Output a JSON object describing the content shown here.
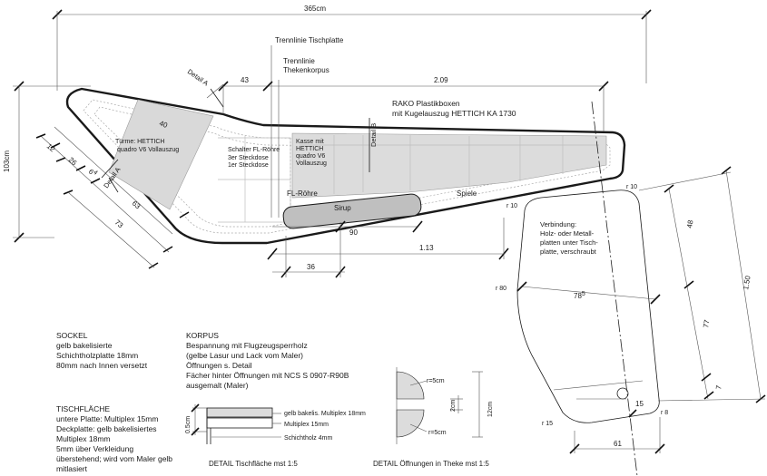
{
  "dimensions": {
    "total_width": "365cm",
    "depth": "103cm",
    "d43": "43",
    "d209": "2.09",
    "d12": "12",
    "d26": "26",
    "d64": "6",
    "d64b": "4",
    "d73": "73",
    "d63": "63",
    "d40": "40",
    "d90": "90",
    "d113": "1.13",
    "d36": "36",
    "r10a": "r 10",
    "r10b": "r 10",
    "d48": "48",
    "d150": "1.50",
    "r80": "r 80",
    "d78": "78",
    "d78sup": "5",
    "d77": "77",
    "d7": "7",
    "d15": "15",
    "r15": "r 15",
    "r8": "r 8",
    "d61": "61"
  },
  "labels": {
    "trennlinie_tischplatte": "Trennlinie Tischplatte",
    "trennlinie": "Trennlinie",
    "thekenkorpus": "Thekenkorpus",
    "detail_a_top": "Detail A",
    "detail_a_mid": "Detail A",
    "detail_b": "Detail B",
    "rako_1": "RAKO Plastikboxen",
    "rako_2": "mit Kugelauszug HETTICH KA 1730",
    "hettich_1": "Türme: HETTICH",
    "hettich_2": "quadro V6 Vollauszug",
    "schalter_1": "Schalter FL-Röhre",
    "schalter_2": "3er Steckdose",
    "schalter_3": "1er Steckdose",
    "kasse_1": "Kasse mit",
    "kasse_2": "HETTICH",
    "kasse_3": "quadro V6",
    "kasse_4": "Vollauszug",
    "fl_roehre": "FL-Röhre",
    "sirup": "Sirup",
    "spiele": "Spiele",
    "verbindung_1": "Verbindung:",
    "verbindung_2": "Holz- oder Metall-",
    "verbindung_3": "platten unter Tisch-",
    "verbindung_4": "platte, verschraubt"
  },
  "notes": {
    "sockel": [
      "SOCKEL",
      "gelb bakelisierte",
      "Schichtholzplatte 18mm",
      "80mm nach Innen versetzt"
    ],
    "korpus": [
      "KORPUS",
      "Bespannung mit Flugzeugsperrholz",
      "(gelbe Lasur und Lack vom Maler)",
      "Öffnungen s. Detail",
      "Fächer hinter Öffnungen mit NCS S 0907-R90B",
      "ausgemalt (Maler)"
    ],
    "tischflaeche": [
      "TISCHFLÄCHE",
      "untere Platte: Multiplex 15mm",
      "Deckplatte: gelb bakelisiertes",
      "Multiplex 18mm",
      "5mm über Verkleidung",
      "überstehend; wird vom Maler gelb",
      "mitlasiert"
    ]
  },
  "detail_tisch": {
    "dim": "0.5cm",
    "layer1": "gelb bakelis. Multiplex 18mm",
    "layer2": "Multiplex 15mm",
    "layer3": "Schichtholz 4mm",
    "caption": "DETAIL Tischfläche mst 1:5"
  },
  "detail_theke": {
    "r_top": "r=5cm",
    "r_bottom": "r=5cm",
    "gap": "2cm",
    "height": "12cm",
    "caption": "DETAIL Öffnungen in Theke  mst 1:5"
  },
  "colors": {
    "line": "#1a1a1a",
    "fill_grey": "#dcdcdc",
    "sirup_fill": "#bfbfbf",
    "dashed": "#a8a8a8"
  }
}
